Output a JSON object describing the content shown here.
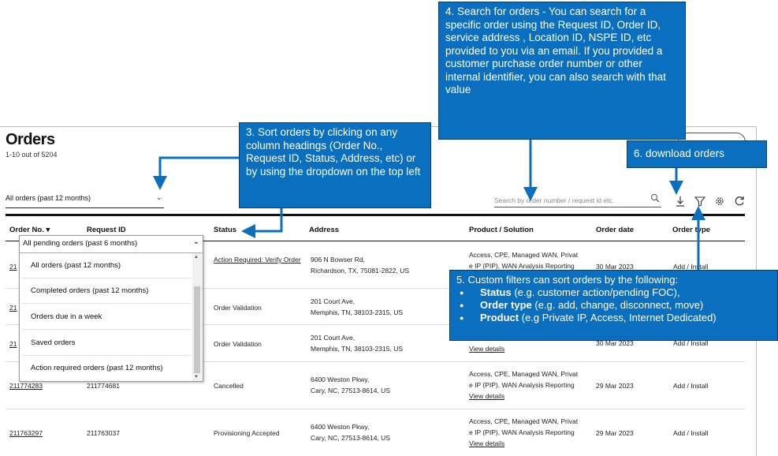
{
  "page": {
    "title": "Orders",
    "count": "1-10 out of 5204"
  },
  "filter_select": {
    "value": "All orders (past 12 months)",
    "chevron": "⌄"
  },
  "search": {
    "placeholder": "Search by order number / request id etc."
  },
  "toolbar": {
    "icons": [
      "search-icon",
      "download-icon",
      "filter-icon",
      "settings-icon",
      "refresh-icon"
    ]
  },
  "columns": [
    "Order No.",
    "Request ID",
    "Status",
    "Address",
    "Product / Solution",
    "Order date",
    "Order type"
  ],
  "sort_indicator": "▾",
  "rows": [
    {
      "order_no": "21",
      "request_id": "",
      "status": "Action Required: Verify Order",
      "address_line1": "906 N Bowser Rd,",
      "address_line2": "Richardson, TX, 75081-2822, US",
      "product_line1": "Access, CPE, Managed WAN, Privat",
      "product_line2": "e IP (PIP), WAN Analysis Reporting",
      "view_details": "",
      "order_date": "30 Mar 2023",
      "order_type": "Add / Install"
    },
    {
      "order_no": "21",
      "request_id": "",
      "status": "Order Validation",
      "address_line1": "201 Court Ave,",
      "address_line2": "Memphis, TN, 38103-2315, US",
      "product_line1": "",
      "product_line2": "",
      "view_details": "",
      "order_date": "",
      "order_type": ""
    },
    {
      "order_no": "21",
      "request_id": "",
      "status": "Order Validation",
      "address_line1": "201 Court Ave,",
      "address_line2": "Memphis, TN, 38103-2315, US",
      "product_line1": "",
      "product_line2": "",
      "view_details": "View details",
      "order_date": "30 Mar 2023",
      "order_type": "Add / Install"
    },
    {
      "order_no": "211774283",
      "request_id": "211774681",
      "status": "Cancelled",
      "address_line1": "6400 Weston Pkwy,",
      "address_line2": "Cary, NC, 27513-8614, US",
      "product_line1": "Access, CPE, Managed WAN, Privat",
      "product_line2": "e IP (PIP), WAN Analysis Reporting",
      "view_details": "View details",
      "order_date": "29 Mar 2023",
      "order_type": "Add / Install"
    },
    {
      "order_no": "211763297",
      "request_id": "211763037",
      "status": "Provisioning Accepted",
      "address_line1": "6400 Weston Pkwy,",
      "address_line2": "Cary, NC, 27513-8614, US",
      "product_line1": "Access, CPE, Managed WAN, Privat",
      "product_line2": "e IP (PIP), WAN Analysis Reporting",
      "view_details": "View details",
      "order_date": "29 Mar 2023",
      "order_type": "Add / Install"
    }
  ],
  "dropdown": {
    "selected": "All pending orders (past 6 months)",
    "options": [
      "All orders (past 12 months)",
      "Completed orders (past 12 months)",
      "Orders due in a week",
      "Saved orders",
      "Action required orders (past 12 months)"
    ]
  },
  "callouts": {
    "sort": "3. Sort orders by clicking on any column headings (Order No., Request ID, Status, Address, etc) or by using the dropdown on the top left",
    "search": "4. Search for orders  - You can search for a  specific order using the Request ID, Order ID, service address , Location ID, NSPE ID, etc provided to you via an email.  If you provided a customer purchase order number or other internal identifier, you can also search with that value",
    "filters_title": "5. Custom filters can sort orders by the following:",
    "filters": [
      {
        "label": "Status",
        "detail": " (e.g. customer action/pending FOC),"
      },
      {
        "label": "Order type",
        "detail": " (e.g. add, change, disconnect, move)"
      },
      {
        "label": "Product",
        "detail": " (e.g Private IP, Access, Internet Dedicated)"
      }
    ],
    "download": "6.  download orders"
  },
  "colors": {
    "callout_bg": "#0b6fbf",
    "callout_border": "#063e6e"
  }
}
